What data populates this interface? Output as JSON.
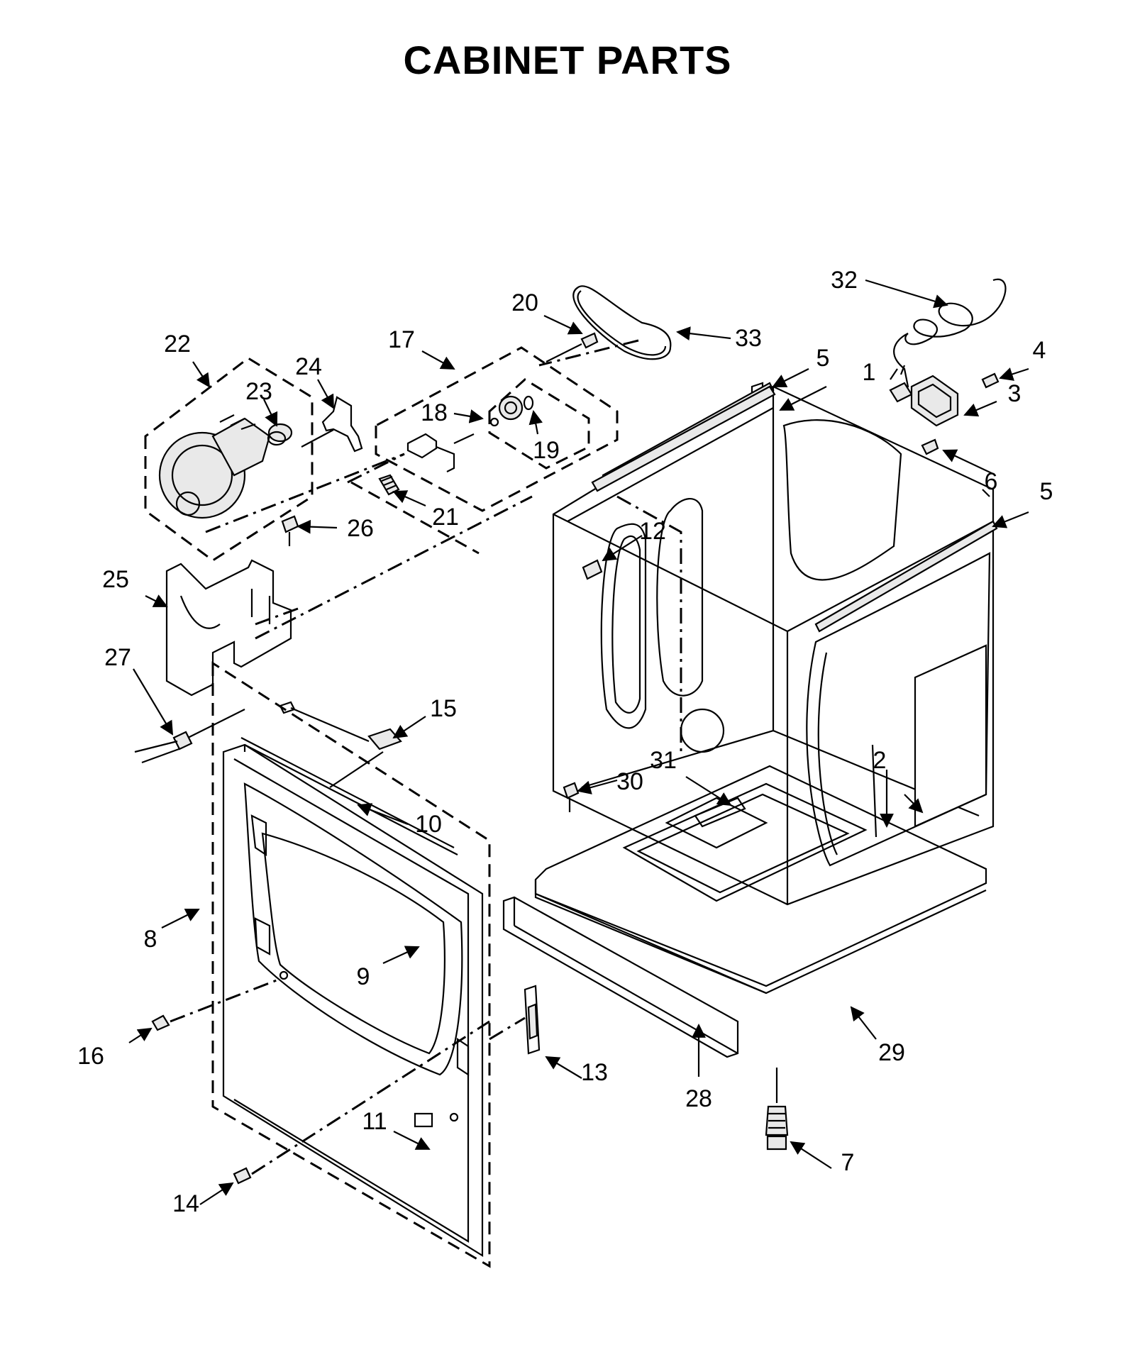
{
  "title": "CABINET PARTS",
  "callouts": [
    "1",
    "2",
    "3",
    "4",
    "5",
    "5",
    "6",
    "7",
    "8",
    "9",
    "10",
    "11",
    "12",
    "13",
    "14",
    "15",
    "16",
    "17",
    "18",
    "19",
    "20",
    "21",
    "22",
    "23",
    "24",
    "25",
    "26",
    "27",
    "28",
    "29",
    "30",
    "31",
    "32",
    "33"
  ]
}
